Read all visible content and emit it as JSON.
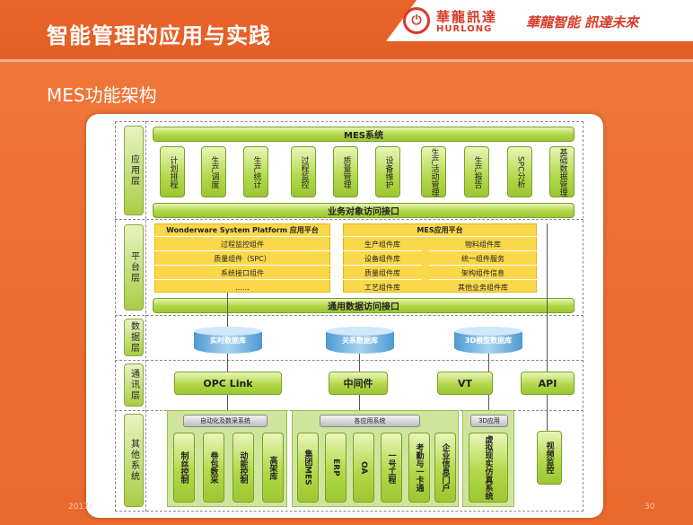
{
  "header": {
    "title": "智能管理的应用与实践",
    "logo_cn": "華龍訊達",
    "logo_en": "HURLONG",
    "logo_slogan": "華龍智能 訊達未來"
  },
  "subtitle": "MES功能架构",
  "layers": {
    "app": "应用层",
    "platform": "平台层",
    "data": "数据层",
    "comm": "通讯层",
    "other": "其他系统"
  },
  "app_layer": {
    "top_bar": "MES系统",
    "modules": [
      "计划排程",
      "生产调度",
      "生产统计",
      "过程监控",
      "质量管理",
      "设备维护",
      "生产活动管理",
      "生产报告",
      "SPC分析",
      "基础数据管理"
    ],
    "interface_bar": "业务对象访问接口"
  },
  "platform_layer": {
    "left_title": "Wonderware System Platform 应用平台",
    "left_items": [
      "过程监控组件",
      "质量组件（SPC）",
      "系统接口组件",
      "……"
    ],
    "right_title": "MES应用平台",
    "right_items_left": [
      "生产组件库",
      "设备组件库",
      "质量组件库",
      "工艺组件库"
    ],
    "right_items_right": [
      "物料组件库",
      "统一组件服务",
      "架构组件信息",
      "其他业务组件库"
    ],
    "interface_bar": "通用数据访问接口"
  },
  "data_layer": {
    "dbs": [
      "实时数据库",
      "关系数据库",
      "3D模型数据库"
    ]
  },
  "comm_layer": {
    "boxes": [
      "OPC Link",
      "中间件",
      "VT",
      "API"
    ]
  },
  "other_layer": {
    "groups": [
      "自动化及数采系统",
      "各应用系统",
      "3D应用"
    ],
    "auto_items": [
      "制丝控制",
      "卷包数采",
      "动能控制",
      "高架库"
    ],
    "app_items": [
      "集团MES",
      "ERP",
      "OA",
      "一号工程",
      "考勤与一卡通",
      "企业信息门户"
    ],
    "d3_items": [
      "虚拟现实仿真系统"
    ],
    "standalone": "视频监控"
  },
  "footer": {
    "date": "2017/",
    "page": "30"
  }
}
